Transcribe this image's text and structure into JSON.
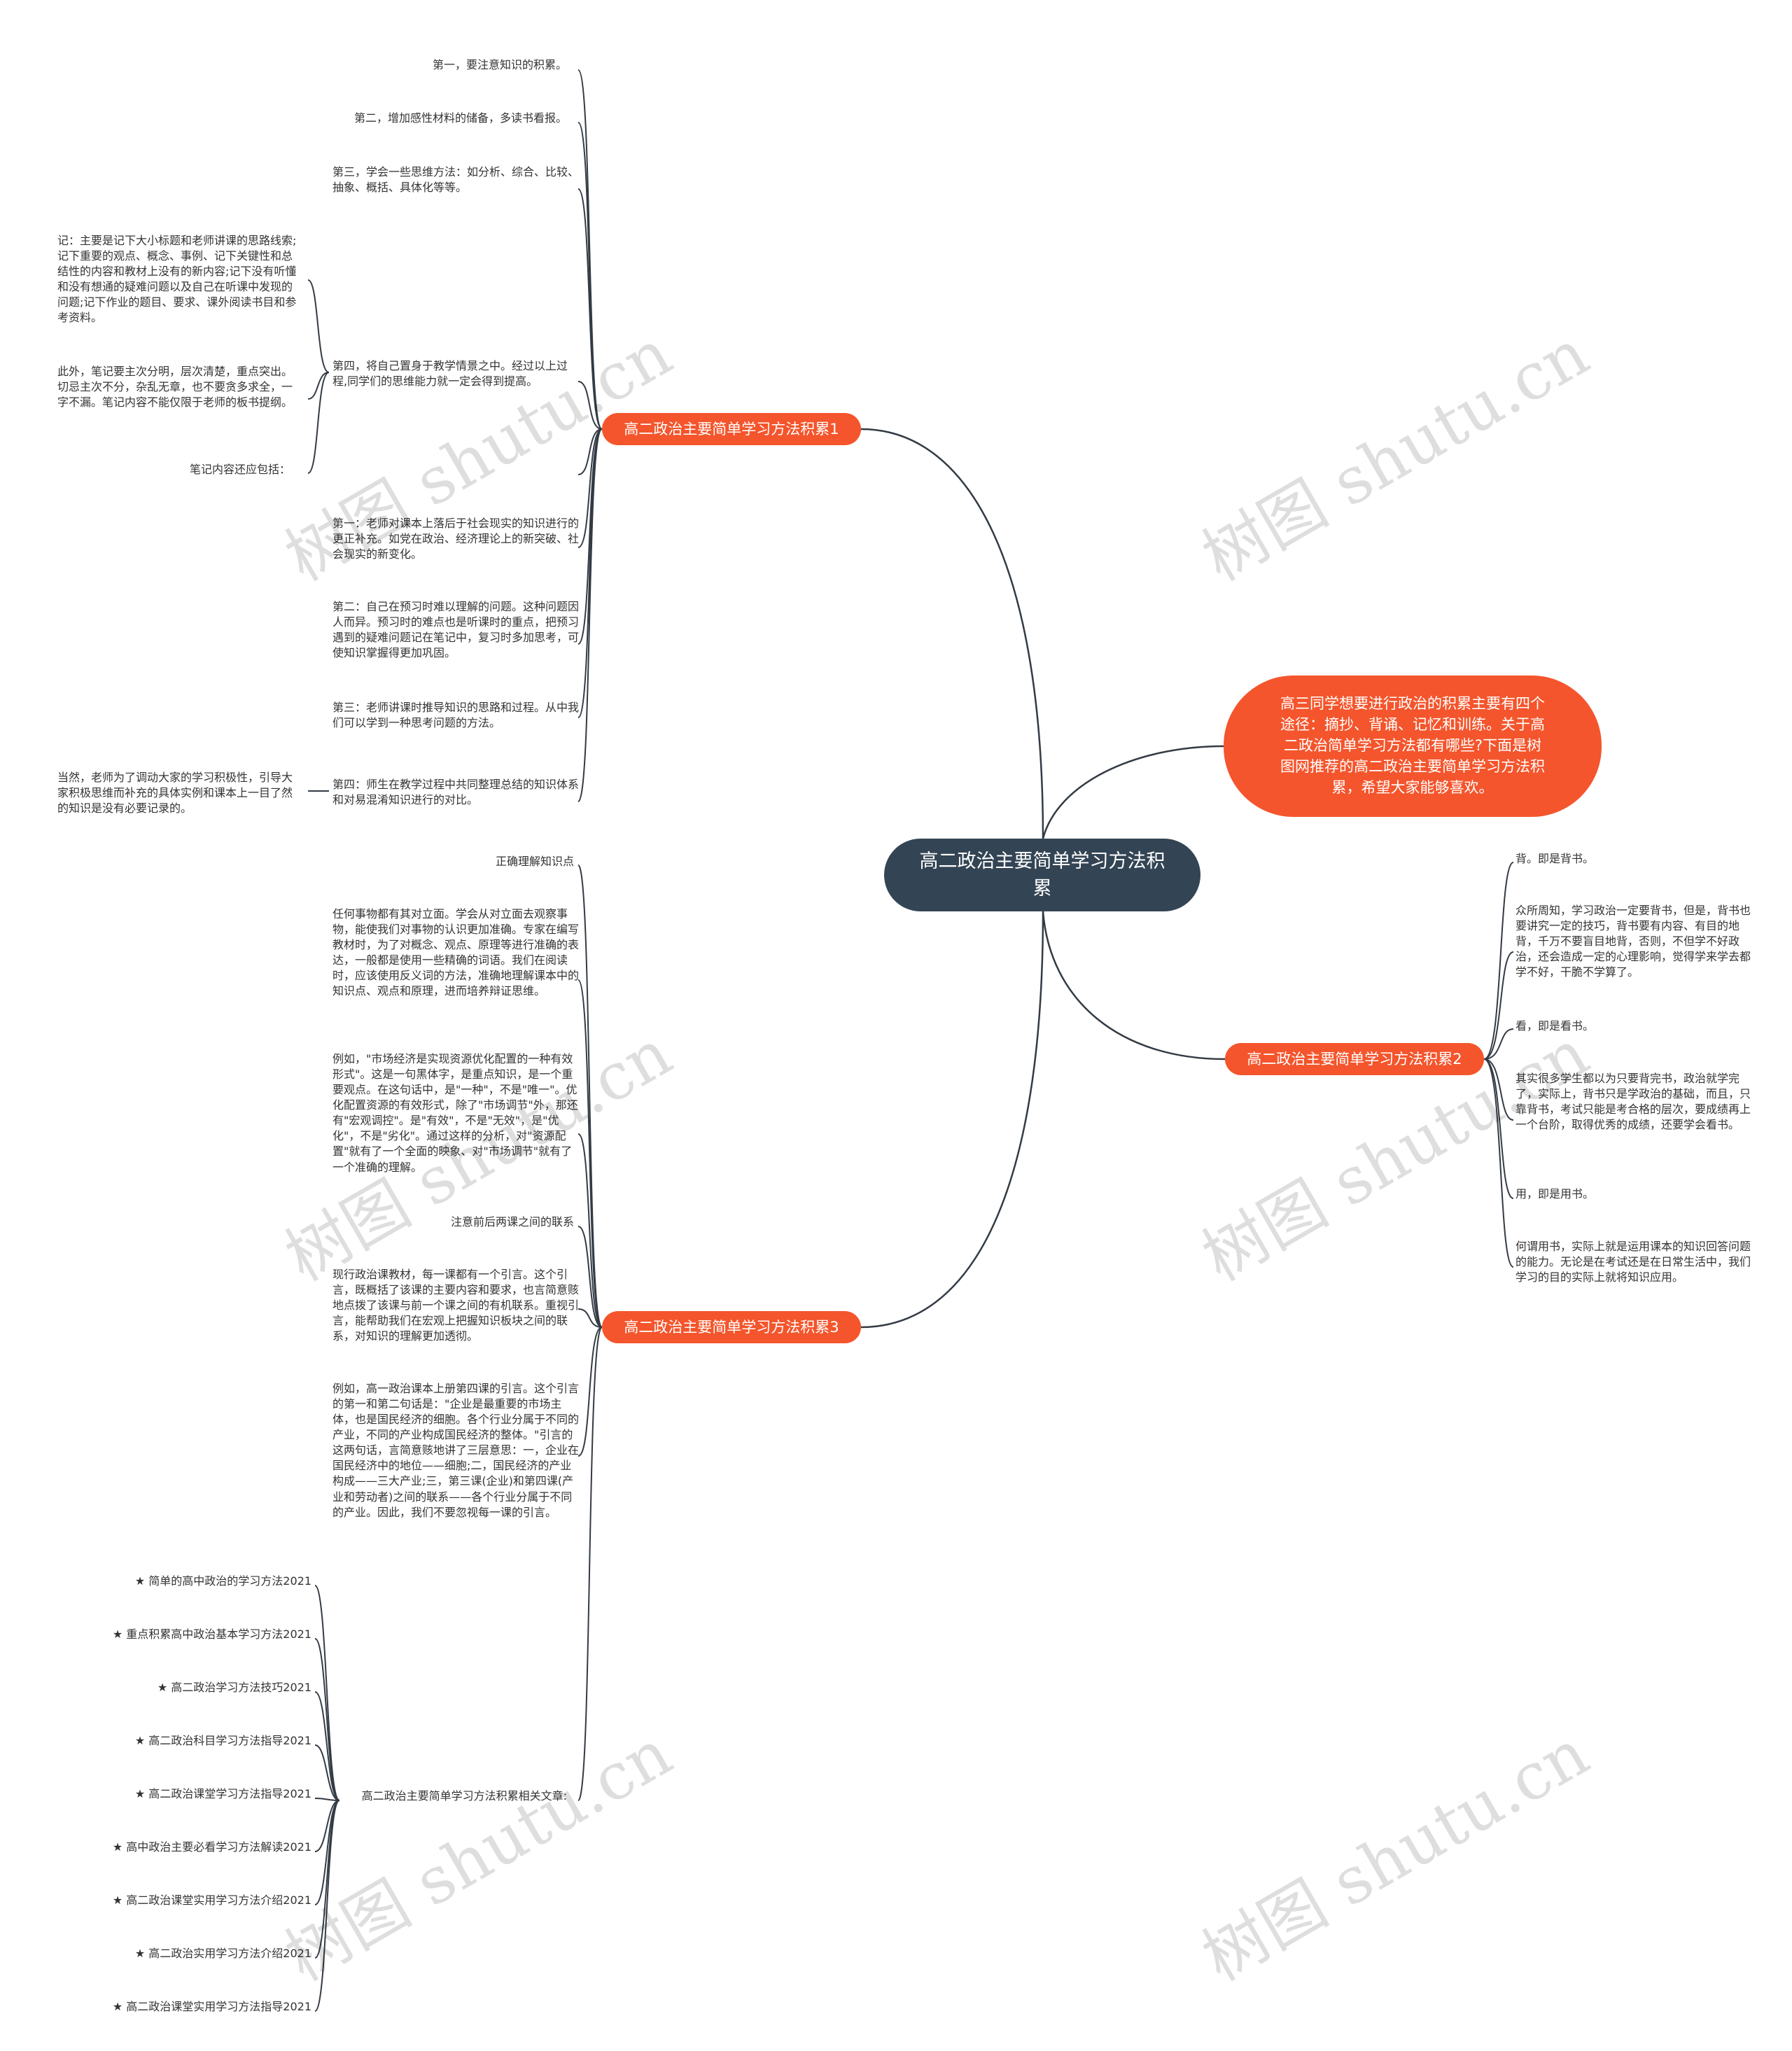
{
  "root": {
    "title": "高二政治主要简单学习方法积累"
  },
  "intro": {
    "text": "高三同学想要进行政治的积累主要有四个途径：摘抄、背诵、记忆和训练。关于高二政治简单学习方法都有哪些?下面是树图网推荐的高二政治主要简单学习方法积累，希望大家能够喜欢。"
  },
  "branch1": {
    "label": "高二政治主要简单学习方法积累1",
    "items": [
      "第一，要注意知识的积累。",
      "第二，增加感性材料的储备，多读书看报。",
      "第三，学会一些思维方法：如分析、综合、比较、抽象、概括、具体化等等。",
      "第四，将自己置身于教学情景之中。经过以上过程,同学们的思维能力就一定会得到提高。",
      "笔记内容还应包括：",
      "第一：老师对课本上落后于社会现实的知识进行的更正补充。如党在政治、经济理论上的新突破、社会现实的新变化。",
      "第二：自己在预习时难以理解的问题。这种问题因人而异。预习时的难点也是听课时的重点，把预习遇到的疑难问题记在笔记中，复习时多加思考，可使知识掌握得更加巩固。",
      "第三：老师讲课时推导知识的思路和过程。从中我们可以学到一种思考问题的方法。",
      "第四：师生在教学过程中共同整理总结的知识体系和对易混淆知识进行的对比。"
    ],
    "sub_fourth": [
      "记：主要是记下大小标题和老师讲课的思路线索;记下重要的观点、概念、事例、记下关键性和总结性的内容和教材上没有的新内容;记下没有听懂和没有想通的疑难问题以及自己在听课中发现的问题;记下作业的题目、要求、课外阅读书目和参考资料。",
      "此外，笔记要主次分明，层次清楚，重点突出。切忌主次不分，杂乱无章，也不要贪多求全，一字不漏。笔记内容不能仅限于老师的板书提纲。"
    ],
    "sub_last": "当然，老师为了调动大家的学习积极性，引导大家积极思维而补充的具体实例和课本上一目了然的知识是没有必要记录的。"
  },
  "branch2": {
    "label": "高二政治主要简单学习方法积累2",
    "items": [
      "背。即是背书。",
      "众所周知，学习政治一定要背书，但是，背书也要讲究一定的技巧，背书要有内容、有目的地背，千万不要盲目地背，否则，不但学不好政治，还会造成一定的心理影响，觉得学来学去都学不好，干脆不学算了。",
      "看，即是看书。",
      "其实很多学生都以为只要背完书，政治就学完了，实际上，背书只是学政治的基础，而且，只靠背书，考试只能是考合格的层次，要成绩再上一个台阶，取得优秀的成绩，还要学会看书。",
      "用，即是用书。",
      "何谓用书，实际上就是运用课本的知识回答问题的能力。无论是在考试还是在日常生活中，我们学习的目的实际上就将知识应用。"
    ]
  },
  "branch3": {
    "label": "高二政治主要简单学习方法积累3",
    "items": [
      "正确理解知识点",
      "任何事物都有其对立面。学会从对立面去观察事物，能使我们对事物的认识更加准确。专家在编写教材时，为了对概念、观点、原理等进行准确的表达，一般都是使用一些精确的词语。我们在阅读时，应该使用反义词的方法，准确地理解课本中的知识点、观点和原理，进而培养辩证思维。",
      "例如，\"市场经济是实现资源优化配置的一种有效形式\"。这是一句黑体字，是重点知识，是一个重要观点。在这句话中，是\"一种\"，不是\"唯一\"。优化配置资源的有效形式，除了\"市场调节\"外，那还有\"宏观调控\"。是\"有效\"，不是\"无效\"，是\"优化\"，不是\"劣化\"。通过这样的分析，对\"资源配置\"就有了一个全面的映象、对\"市场调节\"就有了一个准确的理解。",
      "注意前后两课之间的联系",
      "现行政治课教材，每一课都有一个引言。这个引言，既概括了该课的主要内容和要求，也言简意赅地点拨了该课与前一个课之间的有机联系。重视引言，能帮助我们在宏观上把握知识板块之间的联系，对知识的理解更加透彻。",
      "例如，高一政治课本上册第四课的引言。这个引言的第一和第二句话是：\"企业是最重要的市场主体，也是国民经济的细胞。各个行业分属于不同的产业，不同的产业构成国民经济的整体。\"引言的这两句话，言简意赅地讲了三层意思：一，企业在国民经济中的地位——细胞;二，国民经济的产业构成——三大产业;三，第三课(企业)和第四课(产业和劳动者)之间的联系——各个行业分属于不同的产业。因此，我们不要忽视每一课的引言。",
      "高二政治主要简单学习方法积累相关文章:"
    ],
    "related": [
      "★ 简单的高中政治的学习方法2021",
      "★ 重点积累高中政治基本学习方法2021",
      "★ 高二政治学习方法技巧2021",
      "★ 高二政治科目学习方法指导2021",
      "★ 高二政治课堂学习方法指导2021",
      "★ 高中政治主要必看学习方法解读2021",
      "★ 高二政治课堂实用学习方法介绍2021",
      "★ 高二政治实用学习方法介绍2021",
      "★ 高二政治课堂实用学习方法指导2021"
    ]
  },
  "watermark": "树图 shutu.cn",
  "colors": {
    "root": "#334554",
    "branch": "#f4552c",
    "line": "#333b44",
    "text": "#333333"
  }
}
